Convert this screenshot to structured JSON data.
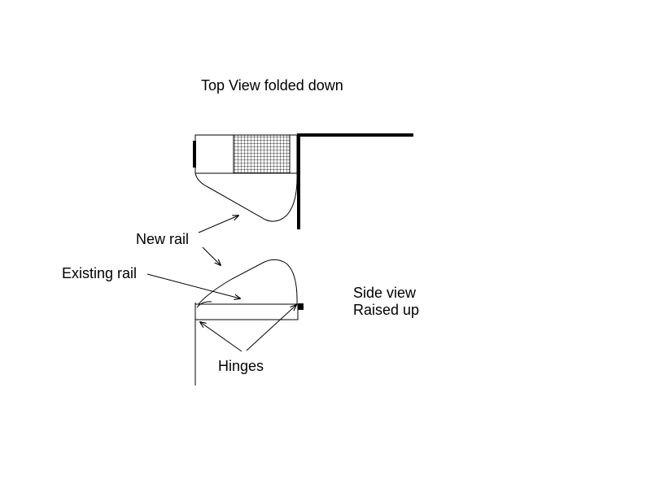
{
  "labels": {
    "top_view": "Top View folded down",
    "new_rail": "New rail",
    "existing_rail": "Existing rail",
    "side_view": "Side view",
    "raised_up": "Raised up",
    "hinges": "Hinges"
  },
  "colors": {
    "line": "#000000",
    "background": "#ffffff"
  }
}
